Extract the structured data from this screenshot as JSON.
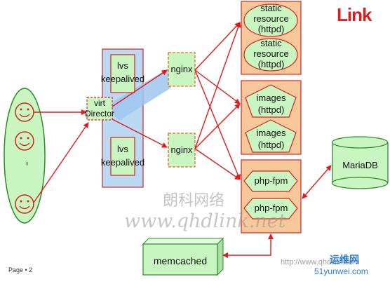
{
  "logo": {
    "text": "Link"
  },
  "nodes": {
    "director": {
      "line1": "virt",
      "line2": "Director"
    },
    "lvs_top": {
      "line1": "lvs",
      "line2": "keepalived"
    },
    "lvs_bottom": {
      "line1": "lvs",
      "line2": "keepalived"
    },
    "nginx_top": "nginx",
    "nginx_bottom": "nginx",
    "static1": [
      "static",
      "resource",
      "(httpd)"
    ],
    "static2": [
      "static",
      "resource",
      "(httpd)"
    ],
    "images1": [
      "images",
      "(httpd)"
    ],
    "images2": [
      "images",
      "(httpd)"
    ],
    "php1": "php-fpm",
    "php2": "php-fpm",
    "mariadb": "MariaDB",
    "memcached": "memcached",
    "clients_ellipsis": "......"
  },
  "watermarks": {
    "cn": "朗科网络",
    "url": "www.qhdlink.net",
    "small_url": "http://www.qhdlink.com",
    "brand_cn": "运维网",
    "brand_domain": "51yunwei.com"
  },
  "footer": {
    "page": "Page • 2"
  },
  "colors": {
    "green_fill": "#c8f5c0",
    "green_stroke": "#2e8b2e",
    "blue_panel": "#bcd9f3",
    "orange_panel": "#f7c89a",
    "red_stroke": "#d42424",
    "arrow": "#e11b1b"
  }
}
